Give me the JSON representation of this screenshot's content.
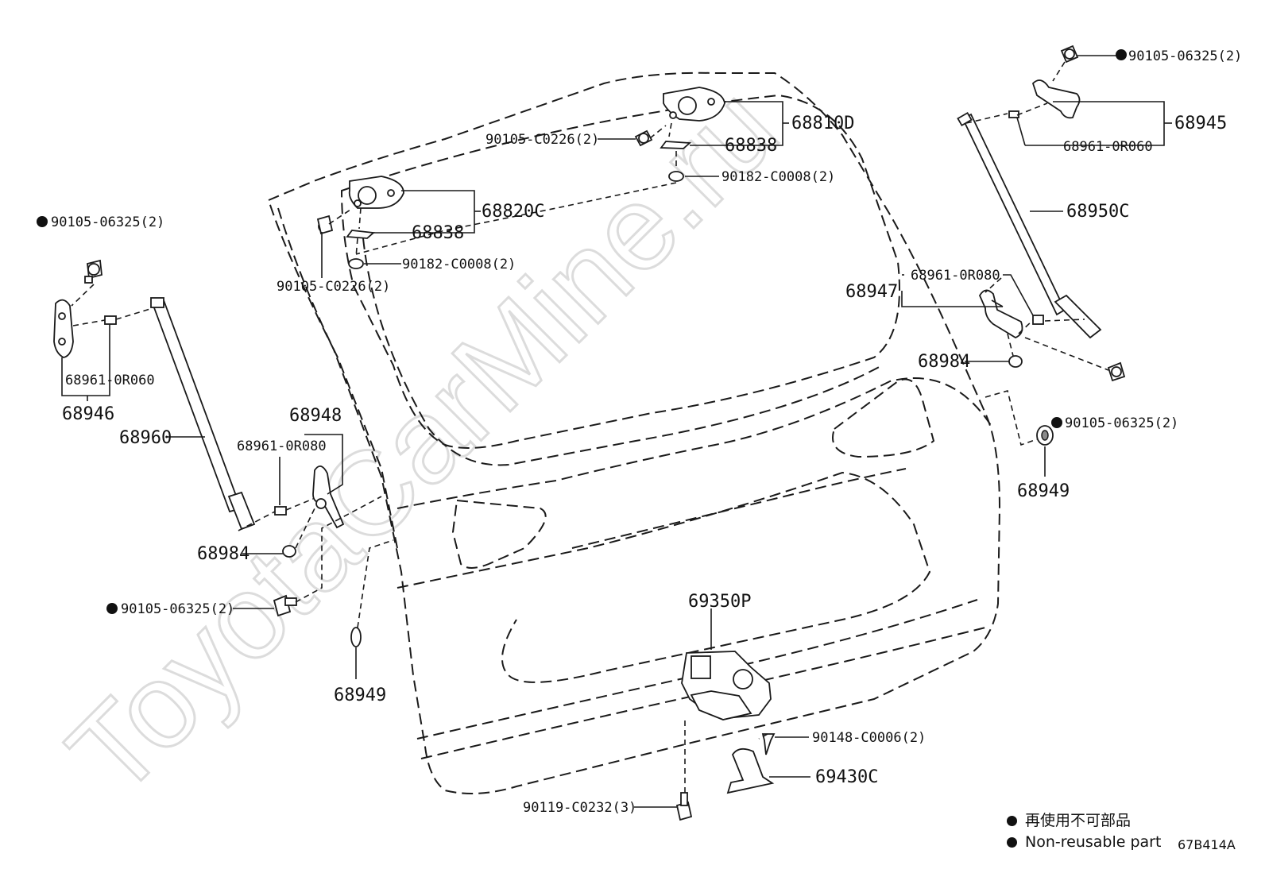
{
  "diagram": {
    "watermark": "ToyotaCarMine.ru",
    "reference_code": "67B414A",
    "legend": {
      "items": [
        {
          "symbol": "filled-dot",
          "text": "再使用不可部品"
        },
        {
          "symbol": "filled-dot",
          "text": "Non-reusable part"
        }
      ]
    },
    "callouts": {
      "p_90105_06325_tr": "90105-06325(2)",
      "p_68945": "68945",
      "p_68961_0R060_tr": "68961-0R060",
      "p_68950C": "68950C",
      "p_68810D": "68810D",
      "p_68838_top": "68838",
      "p_90105_C0226_top": "90105-C0226(2)",
      "p_90182_C0008_top": "90182-C0008(2)",
      "p_68820C": "68820C",
      "p_68838_left": "68838",
      "p_90182_C0008_left": "90182-C0008(2)",
      "p_90105_C0226_left": "90105-C0226(2)",
      "p_90105_06325_tl": "90105-06325(2)",
      "p_68961_0R060_left": "68961-0R060",
      "p_68946": "68946",
      "p_68960": "68960",
      "p_68948": "68948",
      "p_68961_0R080_left": "68961-0R080",
      "p_68984_left": "68984",
      "p_90105_06325_bl": "90105-06325(2)",
      "p_68949_left": "68949",
      "p_68947": "68947",
      "p_68961_0R080_right": "68961-0R080",
      "p_68984_right": "68984",
      "p_90105_06325_r": "90105-06325(2)",
      "p_68949_right": "68949",
      "p_69350P": "69350P",
      "p_90148_C0006": "90148-C0006(2)",
      "p_69430C": "69430C",
      "p_90119_C0232": "90119-C0232(3)"
    }
  }
}
